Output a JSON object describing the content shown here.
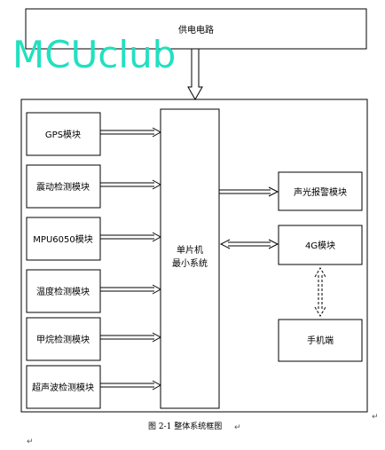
{
  "power_supply": {
    "label": "供电电路"
  },
  "watermark": {
    "text": "MCUclub",
    "color": "#22e0c0"
  },
  "sensor_modules": [
    {
      "label": "GPS模块"
    },
    {
      "label": "震动检测模块"
    },
    {
      "label": "MPU6050模块"
    },
    {
      "label": "温度检测模块"
    },
    {
      "label": "甲烷检测模块"
    },
    {
      "label": "超声波检测模块"
    }
  ],
  "mcu": {
    "line1": "单片机",
    "line2": "最小系统"
  },
  "alarm_module": {
    "label": "声光报警模块"
  },
  "comm_module": {
    "label": "4G模块"
  },
  "phone": {
    "label": "手机端"
  },
  "caption": {
    "text": "图 2-1 整体系统框图"
  },
  "paragraph_marks": [
    "↵",
    "↵",
    "↵"
  ]
}
